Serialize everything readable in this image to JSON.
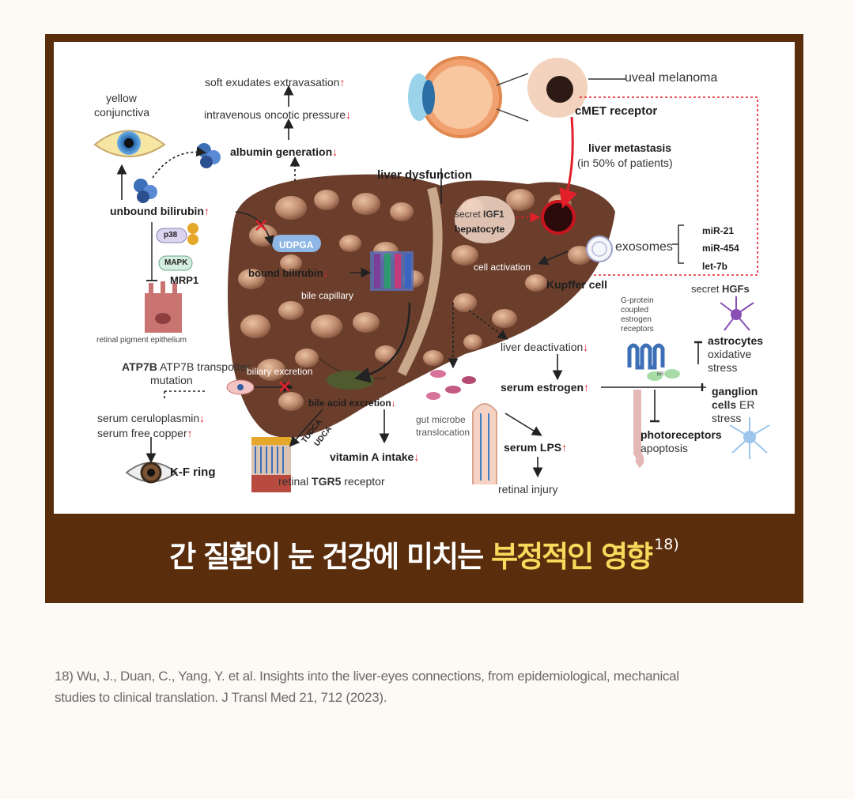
{
  "diagram": {
    "labels": {
      "yellow_conjunctiva_1": "yellow",
      "yellow_conjunctiva_2": "conjunctiva",
      "soft_exudates": "soft exudates extravasation",
      "oncotic": "intravenous oncotic pressure",
      "albumin": "albumin generation",
      "uveal_melanoma": "uveal melanoma",
      "cmet": "cMET receptor",
      "liver_metastasis_1": "liver metastasis",
      "liver_metastasis_2": "(in 50% of patients)",
      "liver_dysfunction": "liver dysfunction",
      "unbound_bilirubin": "unbound bilirubin",
      "p38": "p38",
      "mapk": "MAPK",
      "mrp1": "MRP1",
      "udpga": "UDPGA",
      "bound_bilirubin": "bound bilirubin",
      "bile_capillary": "bile capillary",
      "secret_igf1_a": "secret",
      "secret_igf1_b": "IGF1",
      "hepatocyte": "hepatocyte",
      "mir21": "miR-21",
      "mir454": "miR-454",
      "let7b": "let-7b",
      "exosomes": "exosomes",
      "cell_activation": "cell activation",
      "kupffer": "Kupffer cell",
      "rpe": "retinal pigment epithelium",
      "gprotein_1": "G-protein",
      "gprotein_2": "coupled",
      "gprotein_3": "estrogen",
      "gprotein_4": "receptors",
      "secret_hgfs_a": "secret",
      "secret_hgfs_b": "HGFs",
      "atp7b_1": "ATP7B transpotter",
      "atp7b_2": "mutation",
      "biliary_excretion": "biliary excretion",
      "liver_deactivation": "liver deactivation",
      "astrocytes": "astrocytes",
      "oxidative_1": "oxidative",
      "oxidative_2": "stress",
      "serum_estrogen": "serum estrogen",
      "ganglion_1": "ganglion",
      "ganglion_2": "cells",
      "ganglion_er": "ER",
      "ganglion_3": "stress",
      "ceruloplasmin": "serum ceruloplasmin",
      "free_copper": "serum free copper",
      "bile_acid": "bile acid excretion",
      "gut_1": "gut microbe",
      "gut_2": "translocation",
      "tudca": "TUDCA",
      "udca": "UDCA",
      "serum_lps": "serum LPS",
      "photoreceptors_1": "photoreceptors",
      "photoreceptors_2": "apoptosis",
      "vitamin_a": "vitamin A intake",
      "kf_ring": "K-F ring",
      "tgr5_a": "retinal",
      "tgr5_b": "TGR5",
      "tgr5_c": "receptor",
      "retinal_injury": "retinal injury",
      "er_tag": "ER"
    }
  },
  "caption": {
    "part1": "간 질환이 눈 건강에 미치는",
    "highlight": "부정적인 영향",
    "superscript": "18)"
  },
  "reference": {
    "line1": "18) Wu, J., Duan, C., Yang, Y. et al. Insights into the liver-eyes connections, from epidemiological, mechanical",
    "line2": "studies to clinical translation. J Transl Med 21, 712 (2023)."
  },
  "colors": {
    "frame": "#5a2d0c",
    "highlight": "#f7d95b",
    "liver": "#6b3e2c",
    "red_arrow": "#e2202a"
  }
}
